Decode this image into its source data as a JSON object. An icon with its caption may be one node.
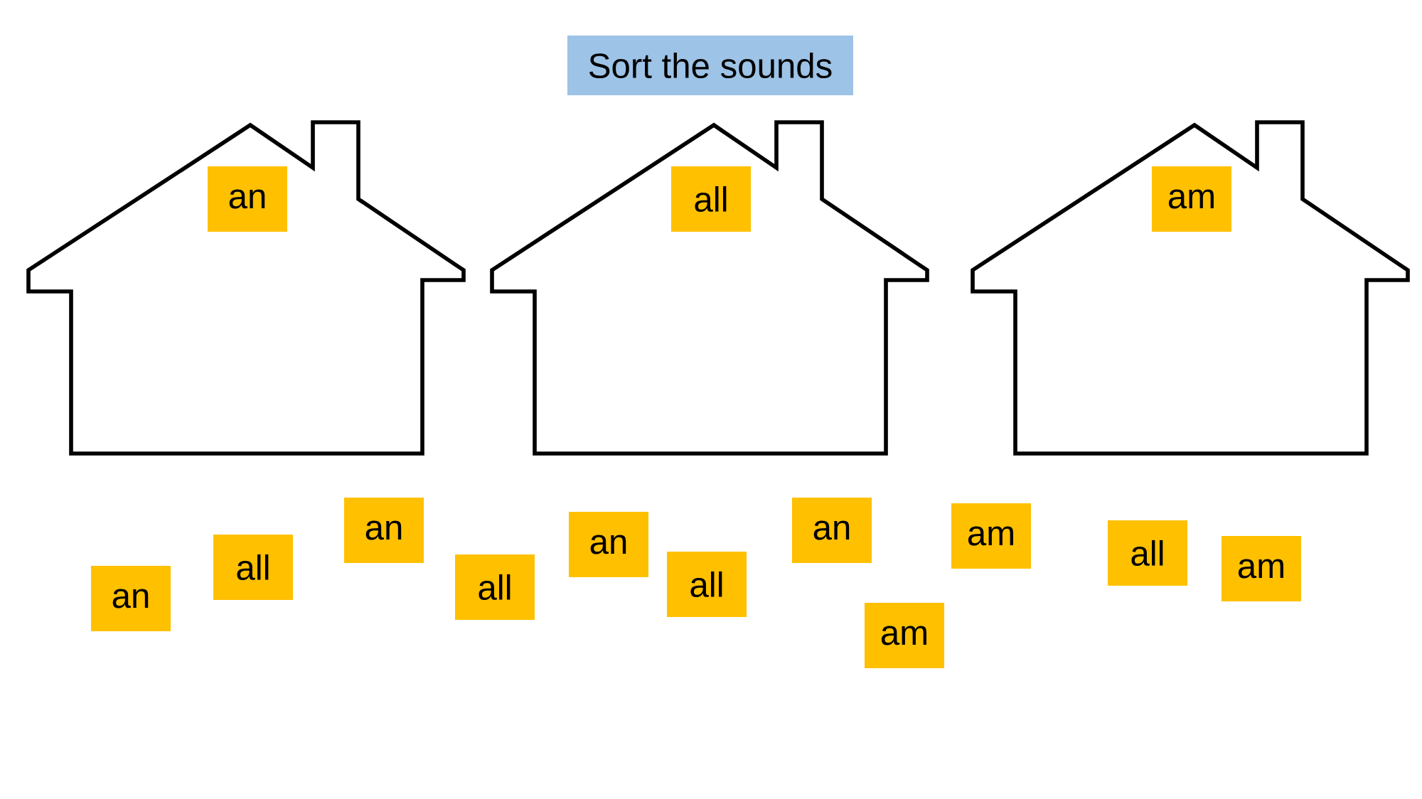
{
  "diagram": {
    "title": "Sort the sounds",
    "nodes": [
      {
        "text": [],
        "shape": "house"
      },
      {
        "text": [
          "an"
        ],
        "in": 0
      },
      {
        "text": [],
        "shape": "house"
      },
      {
        "text": [
          "all"
        ],
        "in": 2
      },
      {
        "text": [],
        "shape": "house"
      },
      {
        "text": [
          "am"
        ],
        "in": 4
      },
      {
        "text": [
          "an"
        ]
      },
      {
        "text": [
          "all"
        ]
      },
      {
        "text": [
          "an"
        ]
      },
      {
        "text": [
          "all"
        ]
      },
      {
        "text": [
          "an"
        ]
      },
      {
        "text": [
          "all"
        ]
      },
      {
        "text": [
          "an"
        ]
      },
      {
        "text": [
          "am"
        ]
      },
      {
        "text": [
          "am"
        ]
      },
      {
        "text": [
          "all"
        ]
      },
      {
        "text": [
          "am"
        ]
      }
    ]
  }
}
